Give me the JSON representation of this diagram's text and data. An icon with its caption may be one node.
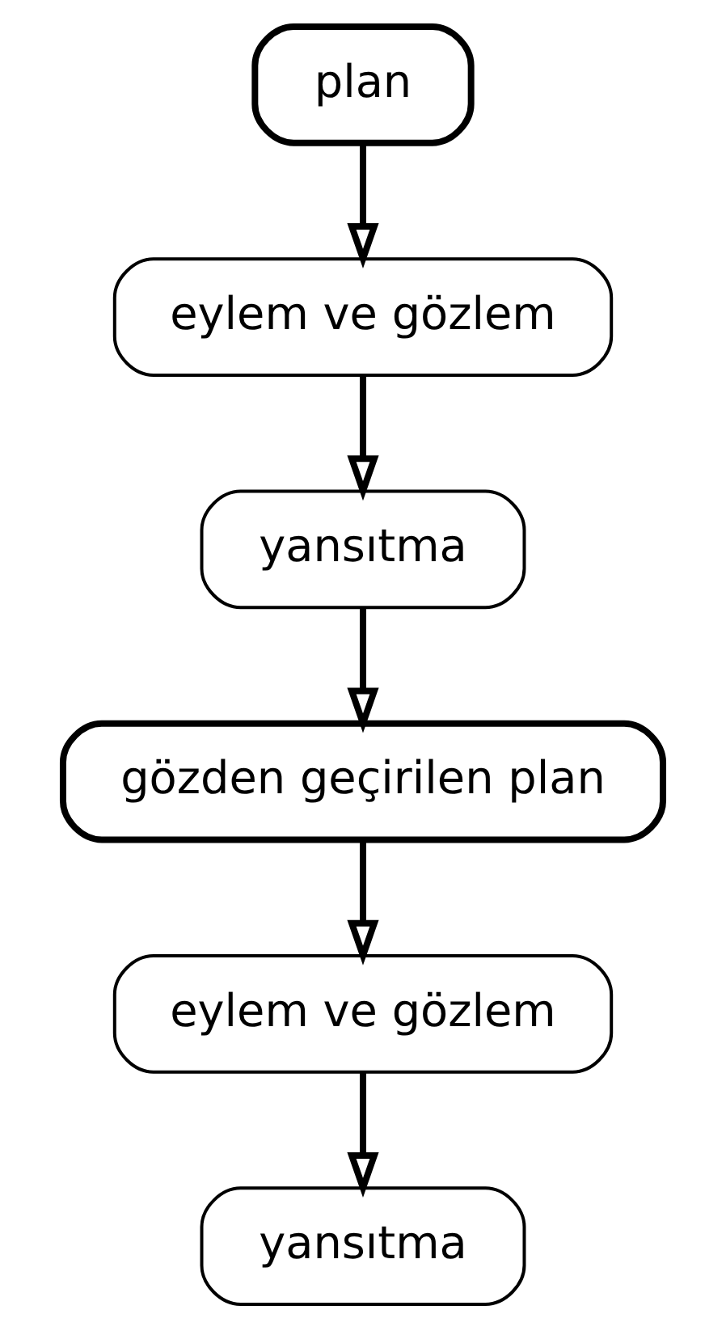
{
  "diagram": {
    "nodes": [
      {
        "text": [
          "yansıtma"
        ]
      },
      {
        "text": [
          "plan"
        ]
      },
      {
        "text": [
          "eylem ve gözlem"
        ]
      },
      {
        "text": [
          "gözden geçirilen plan"
        ]
      },
      {
        "text": [
          "yansıtma"
        ]
      },
      {
        "text": [
          "eylem ve gözlem"
        ]
      }
    ],
    "edges": [
      {
        "from": 1,
        "to": 2,
        "arrow": "to"
      },
      {
        "from": 2,
        "to": 0,
        "arrow": "to"
      },
      {
        "from": 0,
        "to": 3,
        "arrow": "to"
      },
      {
        "from": 3,
        "to": 5,
        "arrow": "to"
      },
      {
        "from": 5,
        "to": 4,
        "arrow": "to"
      }
    ]
  }
}
